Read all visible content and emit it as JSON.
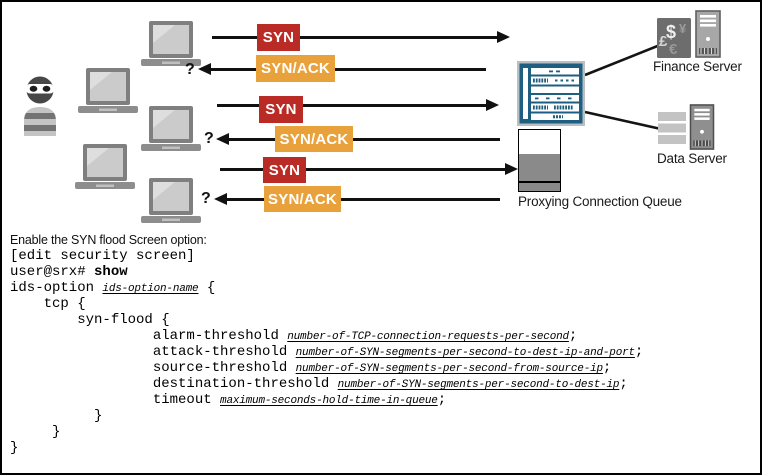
{
  "diagram": {
    "question_mark": "?",
    "flows": [
      {
        "label": "SYN"
      },
      {
        "label": "SYN/ACK"
      },
      {
        "label": "SYN"
      },
      {
        "label": "SYN/ACK"
      },
      {
        "label": "SYN"
      },
      {
        "label": "SYN/ACK"
      }
    ],
    "labels": {
      "finance_server": "Finance Server",
      "data_server": "Data Server",
      "proxy_queue": "Proxying Connection Queue"
    },
    "finance_symbols": {
      "dollar": "$",
      "yen": "¥",
      "pound": "£",
      "euro": "€"
    },
    "colors": {
      "syn_red": "#bb2b25",
      "synack_orange": "#e9a23b",
      "firewall_blue": "#1e5e80",
      "queue_gray": "#8a8a8a",
      "arrow_black": "#111111"
    }
  },
  "config": {
    "caption": "Enable the SYN flood Screen option:",
    "lines": [
      {
        "segments": [
          {
            "text": "[edit security screen]",
            "style": "code"
          }
        ]
      },
      {
        "segments": [
          {
            "text": "user@srx# ",
            "style": "code"
          },
          {
            "text": "show",
            "style": "bold"
          }
        ]
      },
      {
        "segments": [
          {
            "text": "ids-option ",
            "style": "code"
          },
          {
            "text": "ids-option-name",
            "style": "var"
          },
          {
            "text": " {",
            "style": "code"
          }
        ]
      },
      {
        "segments": [
          {
            "text": "    tcp {",
            "style": "code"
          }
        ]
      },
      {
        "segments": [
          {
            "text": "        syn-flood {",
            "style": "code"
          }
        ]
      },
      {
        "segments": [
          {
            "text": "                 alarm-threshold ",
            "style": "code"
          },
          {
            "text": "number-of-TCP-connection-requests-per-second",
            "style": "var"
          },
          {
            "text": ";",
            "style": "code"
          }
        ]
      },
      {
        "segments": [
          {
            "text": "                 attack-threshold ",
            "style": "code"
          },
          {
            "text": "number-of-SYN-segments-per-second-to-dest-ip-and-port",
            "style": "var"
          },
          {
            "text": ";",
            "style": "code"
          }
        ]
      },
      {
        "segments": [
          {
            "text": "                 source-threshold ",
            "style": "code"
          },
          {
            "text": "number-of-SYN-segments-per-second-from-source-ip",
            "style": "var"
          },
          {
            "text": ";",
            "style": "code"
          }
        ]
      },
      {
        "segments": [
          {
            "text": "                 destination-threshold ",
            "style": "code"
          },
          {
            "text": "number-of-SYN-segments-per-second-to-dest-ip",
            "style": "var"
          },
          {
            "text": ";",
            "style": "code"
          }
        ]
      },
      {
        "segments": [
          {
            "text": "                 timeout ",
            "style": "code"
          },
          {
            "text": "maximum-seconds-hold-time-in-queue",
            "style": "var"
          },
          {
            "text": ";",
            "style": "code"
          }
        ]
      },
      {
        "segments": [
          {
            "text": "          }",
            "style": "code"
          }
        ]
      },
      {
        "segments": [
          {
            "text": "     }",
            "style": "code"
          }
        ]
      },
      {
        "segments": [
          {
            "text": "}",
            "style": "code"
          }
        ]
      }
    ]
  }
}
